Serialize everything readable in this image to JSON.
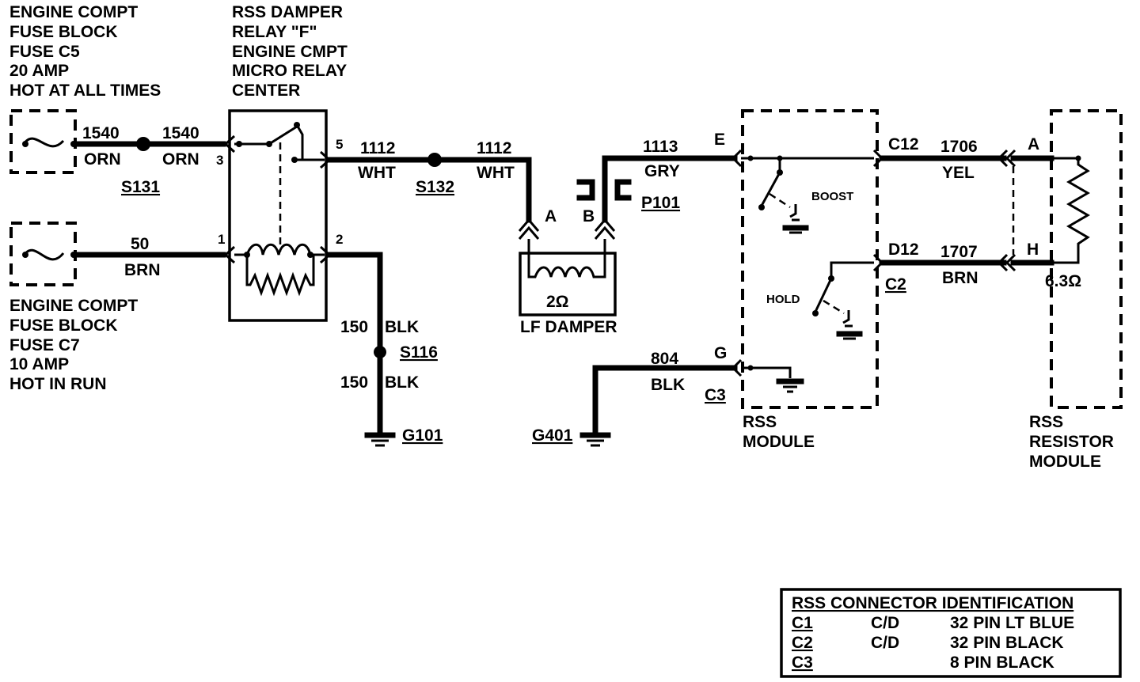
{
  "fuse_c5": {
    "lines": [
      "ENGINE COMPT",
      "FUSE BLOCK",
      "FUSE C5",
      "20 AMP",
      "HOT AT ALL TIMES"
    ]
  },
  "fuse_c7": {
    "lines": [
      "ENGINE COMPT",
      "FUSE BLOCK",
      "FUSE C7",
      "10 AMP",
      "HOT IN RUN"
    ]
  },
  "relay": {
    "lines": [
      "RSS  DAMPER",
      "RELAY \"F\"",
      "ENGINE  CMPT",
      "MICRO RELAY",
      "CENTER"
    ],
    "pin_3": "3",
    "pin_5": "5",
    "pin_1": "1",
    "pin_2": "2"
  },
  "wires": {
    "w1540_a_num": "1540",
    "w1540_a_color": "ORN",
    "w1540_b_num": "1540",
    "w1540_b_color": "ORN",
    "w50_num": "50",
    "w50_color": "BRN",
    "w1112_a_num": "1112",
    "w1112_a_color": "WHT",
    "w1112_b_num": "1112",
    "w1112_b_color": "WHT",
    "w1113_num": "1113",
    "w1113_color": "GRY",
    "w150_a": "150",
    "w150_a_color": "BLK",
    "w150_b": "150",
    "w150_b_color": "BLK",
    "w804_num": "804",
    "w804_color": "BLK",
    "w1706_num": "1706",
    "w1706_color": "YEL",
    "w1707_num": "1707",
    "w1707_color": "BRN"
  },
  "splices": {
    "s131": "S131",
    "s132": "S132",
    "s116": "S116"
  },
  "grounds": {
    "g101": "G101",
    "g401": "G401"
  },
  "damper": {
    "pin_a": "A",
    "pin_b": "B",
    "resistance": "2Ω",
    "name": "LF DAMPER",
    "connector": "P101"
  },
  "rss_module": {
    "pin_e": "E",
    "pin_g": "G",
    "c3": "C3",
    "c12": "C12",
    "d12": "D12",
    "c2": "C2",
    "boost": "BOOST",
    "hold": "HOLD",
    "name_1": "RSS",
    "name_2": "MODULE"
  },
  "resistor_module": {
    "pin_a": "A",
    "pin_h": "H",
    "resistance": "6.3Ω",
    "name_1": "RSS",
    "name_2": "RESISTOR",
    "name_3": "MODULE"
  },
  "legend": {
    "title": "RSS CONNECTOR IDENTIFICATION",
    "rows": [
      {
        "id": "C1",
        "type": "C/D",
        "desc": "32 PIN LT BLUE"
      },
      {
        "id": "C2",
        "type": "C/D",
        "desc": "32 PIN BLACK"
      },
      {
        "id": "C3",
        "type": "",
        "desc": "8 PIN BLACK"
      }
    ]
  }
}
